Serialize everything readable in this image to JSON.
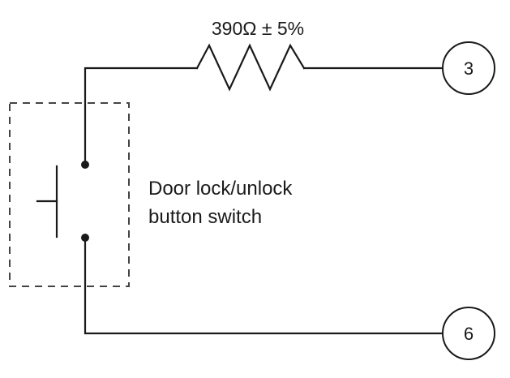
{
  "resistor": {
    "value_label": "390Ω ± 5%"
  },
  "switch": {
    "label_line1": "Door lock/unlock",
    "label_line2": "button switch"
  },
  "terminals": {
    "top": "3",
    "bottom": "6"
  },
  "colors": {
    "line": "#1a1a1a",
    "background": "#ffffff"
  }
}
